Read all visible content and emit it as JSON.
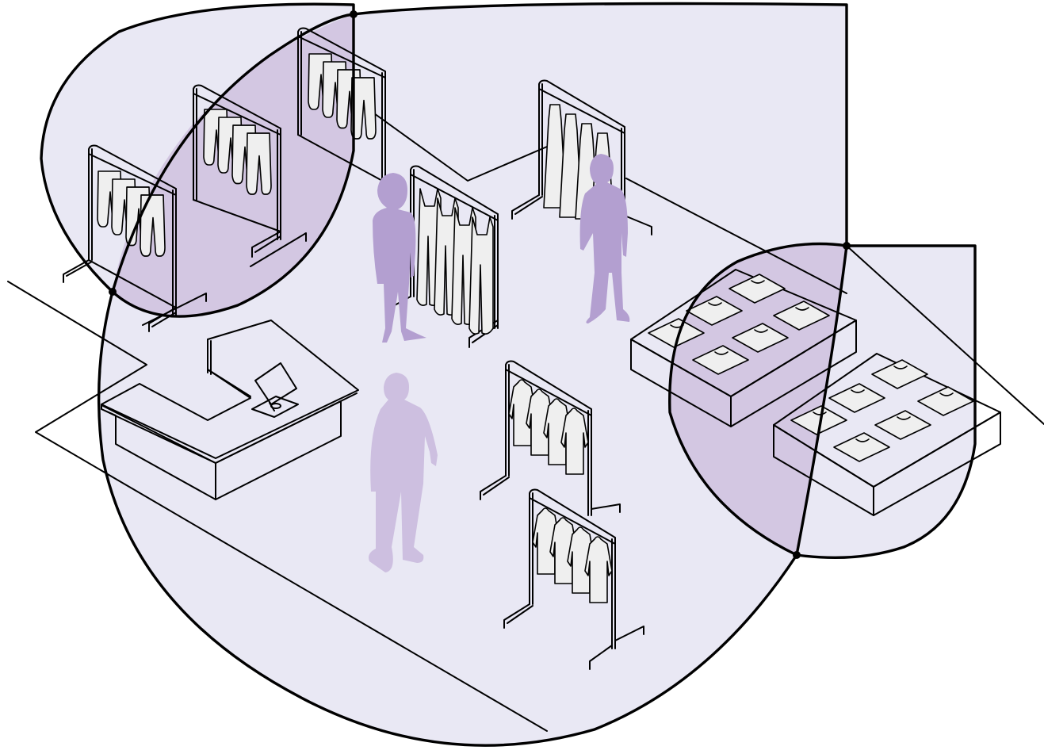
{
  "scene": {
    "colors": {
      "zone_fill": "#e9e8f4",
      "overlap_fill": "#d3c7e2",
      "outline": "#000000",
      "garment_fill": "#efefef",
      "person_dark": "#b39fd0",
      "person_light": "#cdbfe0",
      "background": "#ffffff"
    },
    "coverage_zones": [
      {
        "name": "main-floor-zone",
        "shape": "teardrop"
      },
      {
        "name": "upper-left-zone",
        "shape": "teardrop"
      },
      {
        "name": "right-zone",
        "shape": "teardrop"
      }
    ],
    "objects": [
      {
        "name": "pants-rack",
        "count": 3
      },
      {
        "name": "overalls-rack",
        "count": 1
      },
      {
        "name": "dress-rack",
        "count": 1
      },
      {
        "name": "jacket-rack",
        "count": 2
      },
      {
        "name": "folded-shirt-table",
        "count": 2
      },
      {
        "name": "checkout-counter",
        "count": 1
      },
      {
        "name": "person",
        "count": 3
      }
    ]
  }
}
